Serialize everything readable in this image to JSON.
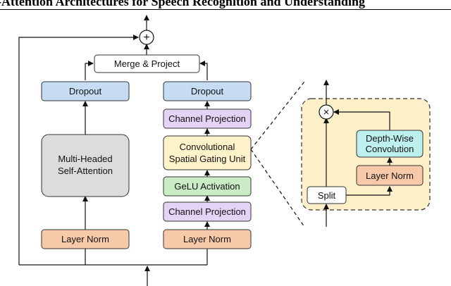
{
  "header": {
    "title": "-Attention Architectures for Speech Recognition and Understanding"
  },
  "symbols": {
    "add": "+",
    "multiply": "×"
  },
  "colors": {
    "dropout": "#c6dcf2",
    "channel_projection": "#e3d3f5",
    "gating_unit": "#fff3c9",
    "gelu": "#c9ecc4",
    "layer_norm": "#f8c9a8",
    "attention": "#dcdcdc",
    "depthwise": "#bdf0ef",
    "inset_panel": "#fdf0c8",
    "inset_border": "#c7a740"
  },
  "left_branch": {
    "dropout": "Dropout",
    "attention_line1": "Multi-Headed",
    "attention_line2": "Self-Attention",
    "layer_norm": "Layer Norm"
  },
  "right_branch": {
    "dropout": "Dropout",
    "channel_projection_top": "Channel Projection",
    "gating_line1": "Convolutional",
    "gating_line2": "Spatial Gating Unit",
    "gelu": "GeLU Activation",
    "channel_projection_bottom": "Channel Projection",
    "layer_norm": "Layer Norm"
  },
  "merge": {
    "label": "Merge & Project"
  },
  "inset": {
    "split": "Split",
    "layer_norm": "Layer Norm",
    "depthwise_line1": "Depth-Wise",
    "depthwise_line2": "Convolution"
  }
}
